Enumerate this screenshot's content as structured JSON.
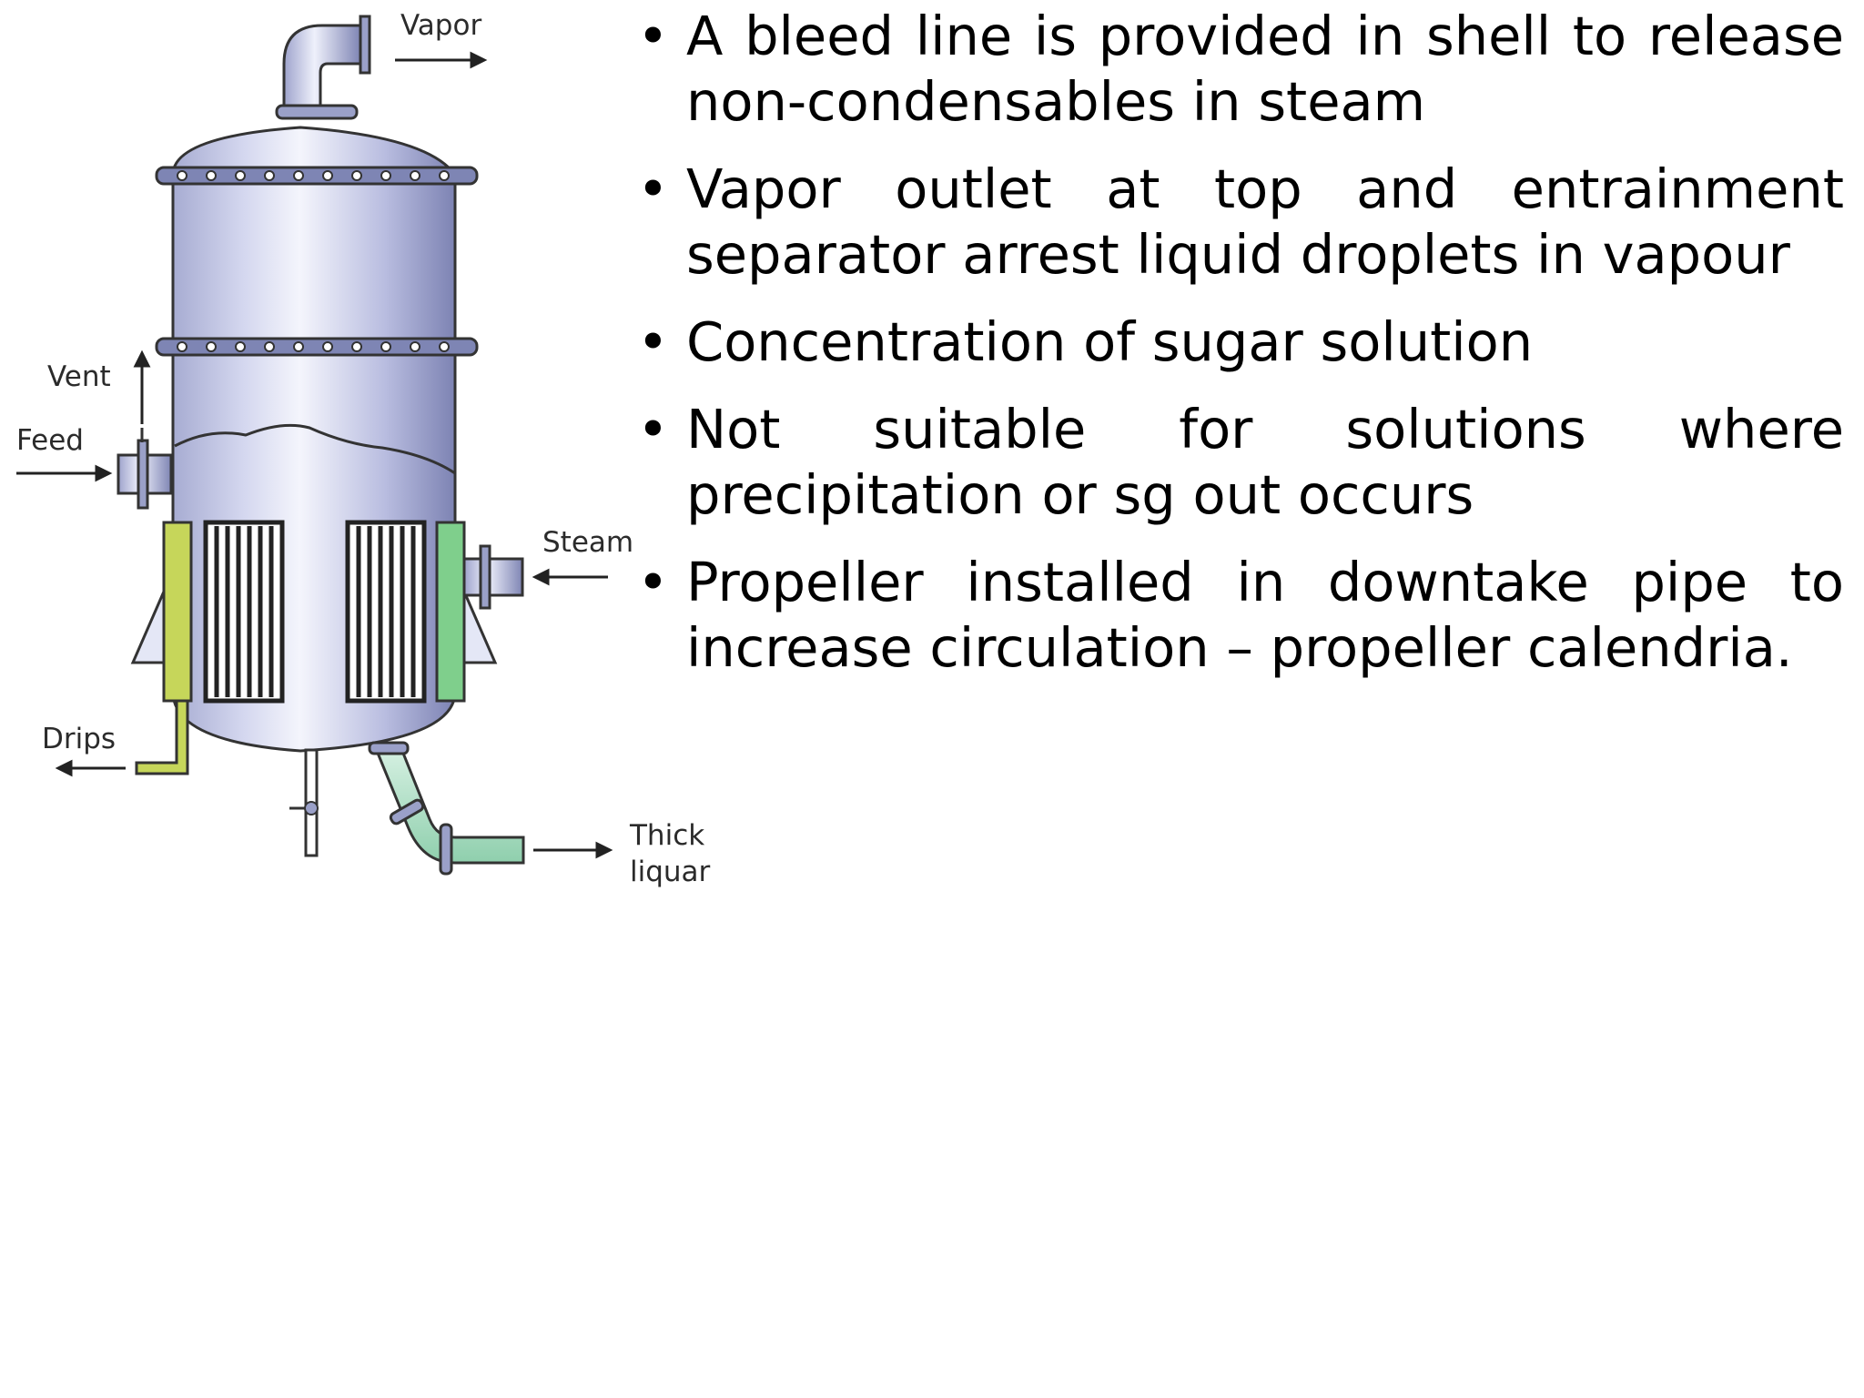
{
  "diagram": {
    "labels": {
      "vapor": "Vapor",
      "vent": "Vent",
      "feed": "Feed",
      "steam": "Steam",
      "drips": "Drips",
      "thick_line1": "Thick",
      "thick_line2": "liquar"
    },
    "colors": {
      "shell_light": "#e4e7f6",
      "shell_dark": "#8f95bf",
      "steam_chest_left": "#c6d65a",
      "steam_chest_right": "#7fcf8c",
      "pipe_green": "#a8dcc0"
    }
  },
  "bullets": {
    "marker": "•",
    "items": [
      {
        "text": "A bleed line is provided in shell to release non-condensables in steam"
      },
      {
        "text": "Vapor outlet at top and entrainment separator arrest liquid droplets in vapour"
      },
      {
        "text": "Concentration of sugar solution"
      },
      {
        "text": "Not suitable for solutions where precipitation or sg out occurs"
      },
      {
        "text": "Propeller installed in downtake pipe to increase circulation – propeller calendria."
      }
    ]
  }
}
